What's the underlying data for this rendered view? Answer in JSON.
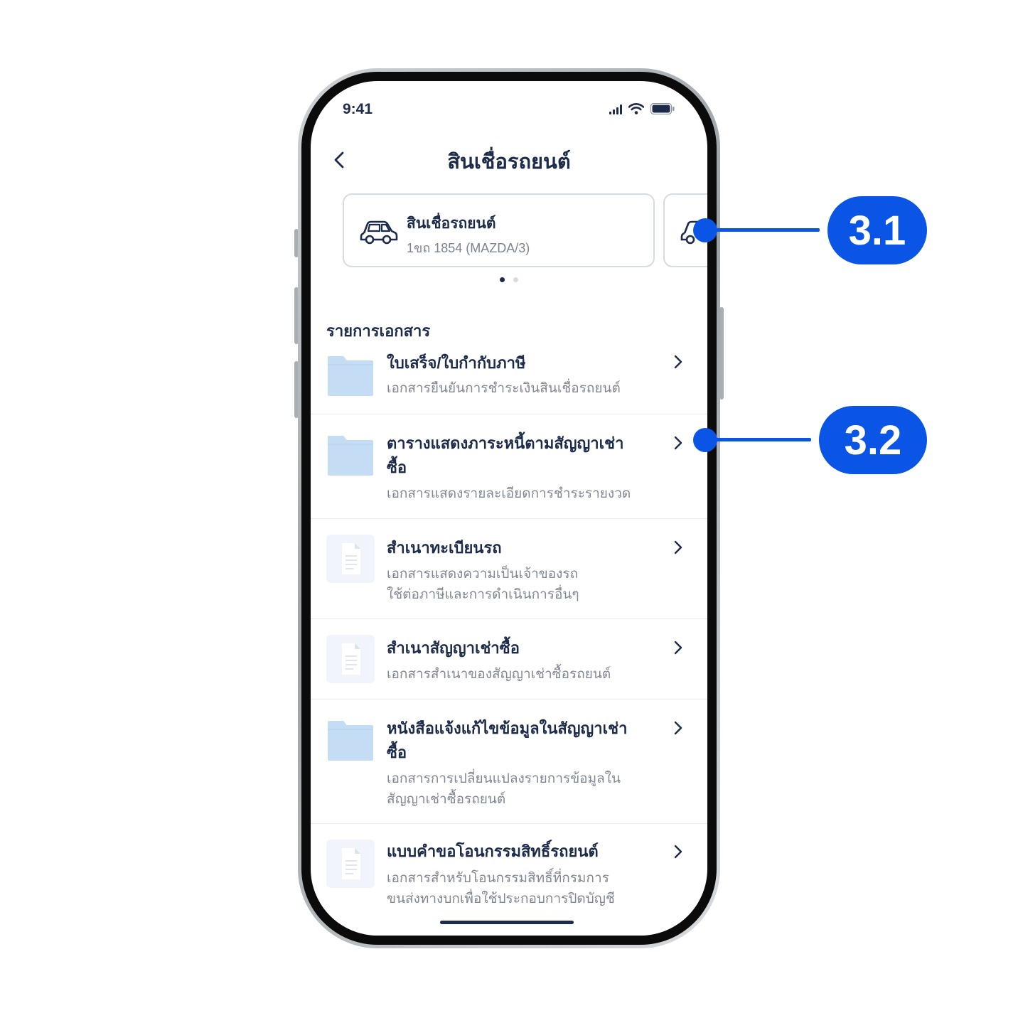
{
  "status_bar": {
    "time": "9:41"
  },
  "nav": {
    "title": "สินเชื่อรถยนต์"
  },
  "cards": [
    {
      "title": "สินเชื่อรถยนต์",
      "subtitle": "1ขถ 1854 (MAZDA/3)",
      "icon": "car-icon"
    }
  ],
  "carousel": {
    "total": 2,
    "active": 0
  },
  "section": {
    "title": "รายการเอกสาร"
  },
  "documents": [
    {
      "title": "ใบเสร็จ/ใบกำกับภาษี",
      "desc": "เอกสารยืนยันการชำระเงินสินเชื่อรถยนต์",
      "icon": "folder-icon"
    },
    {
      "title": "ตารางแสดงภาระหนี้ตามสัญญาเช่าซื้อ",
      "desc": "เอกสารแสดงรายละเอียดการชำระรายงวด",
      "icon": "folder-icon"
    },
    {
      "title": "สำเนาทะเบียนรถ",
      "desc": "เอกสารแสดงความเป็นเจ้าของรถใช้ต่อภาษีและการดำเนินการอื่นๆ",
      "icon": "document-icon"
    },
    {
      "title": "สำเนาสัญญาเช่าซื้อ",
      "desc": "เอกสารสำเนาของสัญญาเช่าซื้อรถยนต์",
      "icon": "document-icon"
    },
    {
      "title": "หนังสือแจ้งแก้ไขข้อมูลในสัญญาเช่าซื้อ",
      "desc": "เอกสารการเปลี่ยนแปลงรายการข้อมูลในสัญญาเช่าซื้อรถยนต์",
      "icon": "folder-icon"
    },
    {
      "title": "แบบคำขอโอนกรรมสิทธิ์รถยนต์",
      "desc": "เอกสารสำหรับโอนกรรมสิทธิ์ที่กรมการขนส่งทางบกเพื่อใช้ประกอบการปิดบัญชี",
      "icon": "document-icon"
    }
  ],
  "callouts": [
    {
      "label": "3.1"
    },
    {
      "label": "3.2"
    }
  ],
  "colors": {
    "primary_text": "#1c2b4a",
    "accent": "#0a55e6",
    "folder": "#c4ddf4",
    "muted": "#808794"
  }
}
